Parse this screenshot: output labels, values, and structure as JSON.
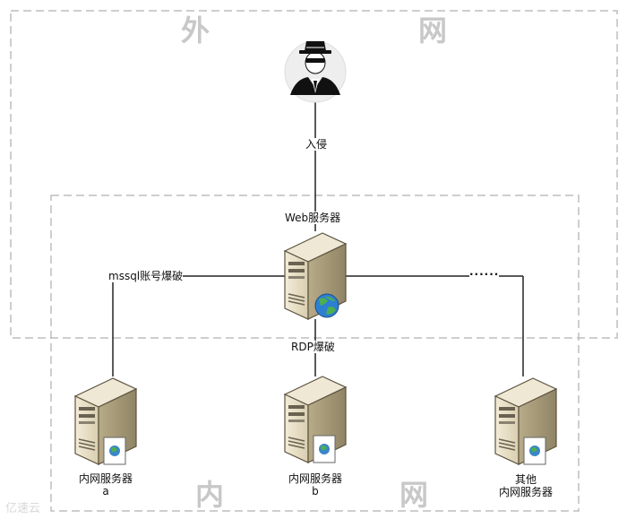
{
  "zones": {
    "outer_net": [
      "外",
      "网"
    ],
    "inner_net": [
      "内",
      "网"
    ]
  },
  "edges": {
    "intrude": "入侵",
    "web_server": "Web服务器",
    "mssql": "mssql账号爆破",
    "rdp": "RDP爆破",
    "more": "......"
  },
  "nodes": {
    "server_a": [
      "内网服务器",
      "a"
    ],
    "server_b": [
      "内网服务器",
      "b"
    ],
    "server_other": [
      "其他",
      "内网服务器"
    ]
  },
  "watermark": "亿速云"
}
